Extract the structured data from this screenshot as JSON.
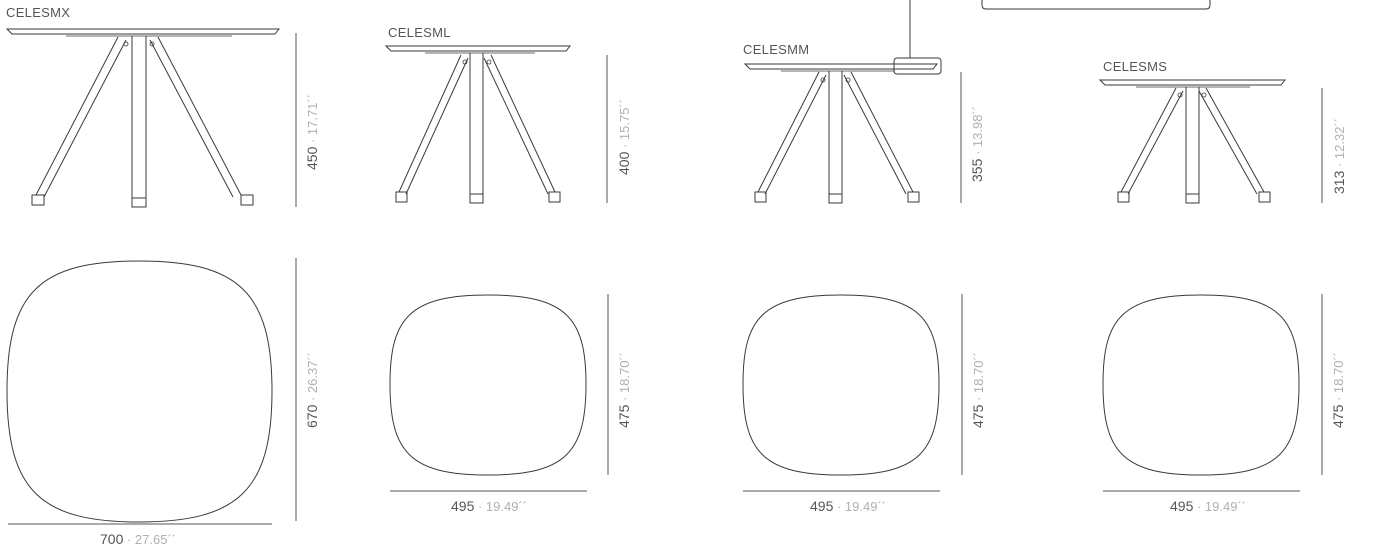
{
  "colors": {
    "line": "#3a3a3a",
    "dim_value": "#555555",
    "dim_imperial": "#b0b0b0",
    "background": "#ffffff"
  },
  "models": [
    {
      "code": "CELESMX",
      "height_mm": "450",
      "height_in": " · 17.71´´",
      "depth_mm": "670",
      "depth_in": " · 26.37´´",
      "width_mm": "700",
      "width_in": " · 27.65´´"
    },
    {
      "code": "CELESML",
      "height_mm": "400",
      "height_in": " · 15.75´´",
      "depth_mm": "475",
      "depth_in": " · 18.70´´",
      "width_mm": "495",
      "width_in": " · 19.49´´"
    },
    {
      "code": "CELESMM",
      "height_mm": "355",
      "height_in": " · 13.98´´",
      "depth_mm": "475",
      "depth_in": " · 18.70´´",
      "width_mm": "495",
      "width_in": " · 19.49´´"
    },
    {
      "code": "CELESMS",
      "height_mm": "313",
      "height_in": " · 12.32´´",
      "depth_mm": "475",
      "depth_in": " · 18.70´´",
      "width_mm": "495",
      "width_in": " · 19.49´´"
    }
  ]
}
